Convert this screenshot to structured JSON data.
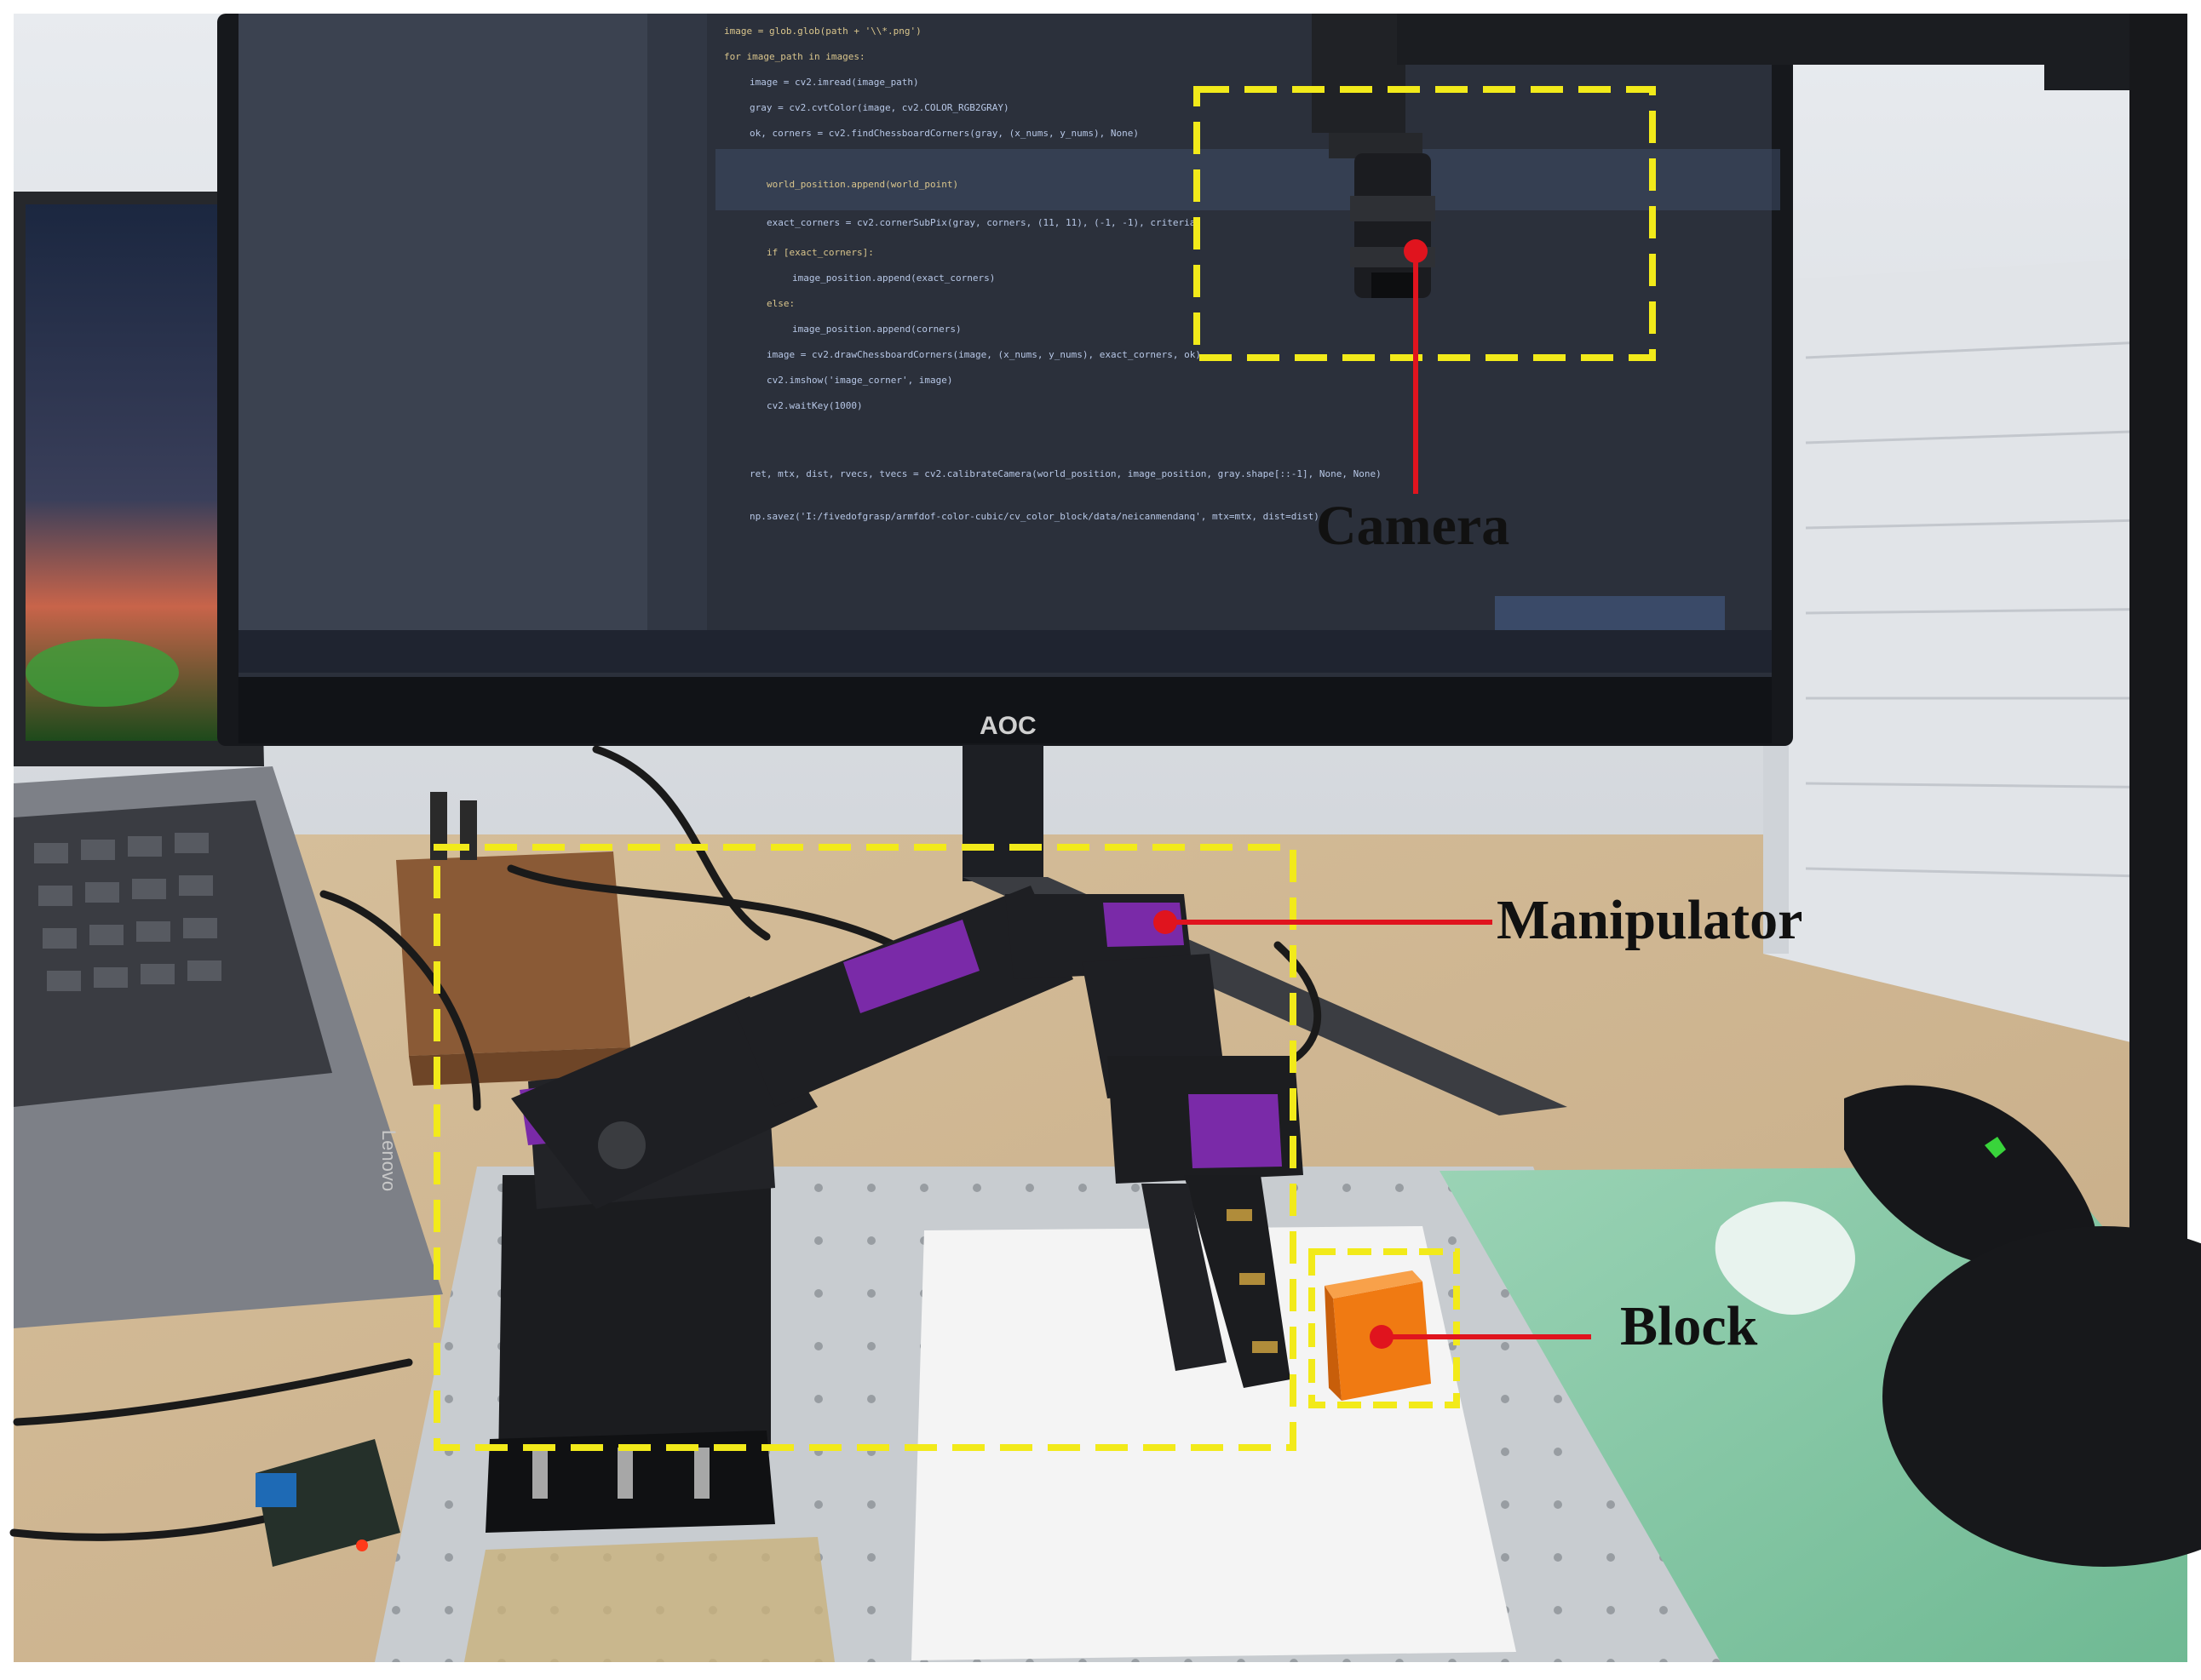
{
  "photo": {
    "labels": {
      "camera": "Camera",
      "manipulator": "Manipulator",
      "block": "Block"
    },
    "monitor_brand": "AOC",
    "laptop_brand": "Lenovo",
    "colors": {
      "highlight_box": "#f2ea1a",
      "pointer_line": "#e0141e",
      "block": "#f07a12",
      "servo_purple": "#7a2aa8",
      "ide_background": "#2b303b",
      "desk": "#d9c4a3",
      "mat_green": "#86c7a6"
    }
  }
}
